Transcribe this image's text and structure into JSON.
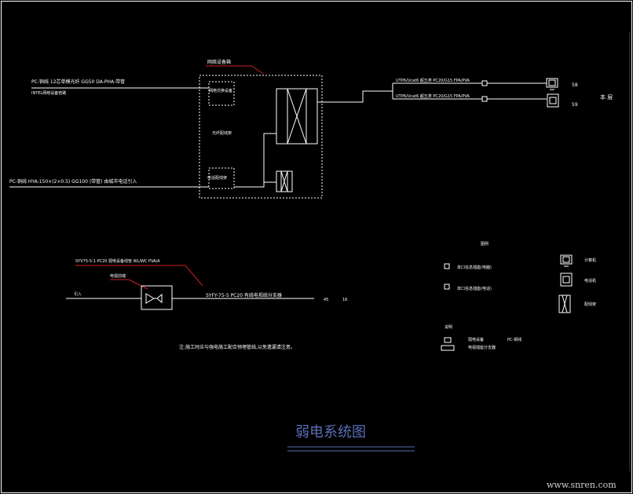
{
  "colors": {
    "background": "#000000",
    "line": "#ffffff",
    "leader": "#cc2020",
    "title": "#5a6fb5"
  },
  "upper": {
    "box_label": "网络设备箱",
    "cable1_line1": "PC-铜线 12芯单模光纤 GG50 DA-PHA-带管",
    "cable1_line2": "INTEL网络设备管路",
    "cable2_line1": "PC-铜线 HYA-150×(2×0.5) GG100 (带管) 由城市电话引入",
    "inner_top": "网络交换设备",
    "inner_mid": "光纤配线架",
    "inner_bottom": "电话配线架",
    "out1": "UTP6/Ucat6 超五类 PC20/G15 FPA/PVA",
    "out2": "UTP6/Ucat6 超五类 PC20/G15 FPA/PVA",
    "num1": "58",
    "num2": "59",
    "room": "本 层"
  },
  "lower": {
    "red_label1": "SYV75-5-1 PC20 弱电设备线管 WL/WC PVA/A",
    "red_label2": "电视前端",
    "in_label": "引入",
    "out_label": "SYFY-75-5 PC20 有线电视线分支器",
    "end_a": "45",
    "end_b": "16",
    "note": "注:施工时应与强电施工配合预埋管线,以免遗漏请注意。"
  },
  "legend": {
    "title": "图例",
    "item1": "单口信息插座(电脑)",
    "item2": "单口信息插座(电话)",
    "icon1": "计算机",
    "icon2": "电话机",
    "icon3": "配线架",
    "sub_title": "说明",
    "item3_l1": "弱电设备",
    "item3_l2": "电视插座分支器",
    "pc_label": "PC-铜线"
  },
  "footer": {
    "title": "弱电系统图",
    "watermark": "www.snren.com"
  }
}
